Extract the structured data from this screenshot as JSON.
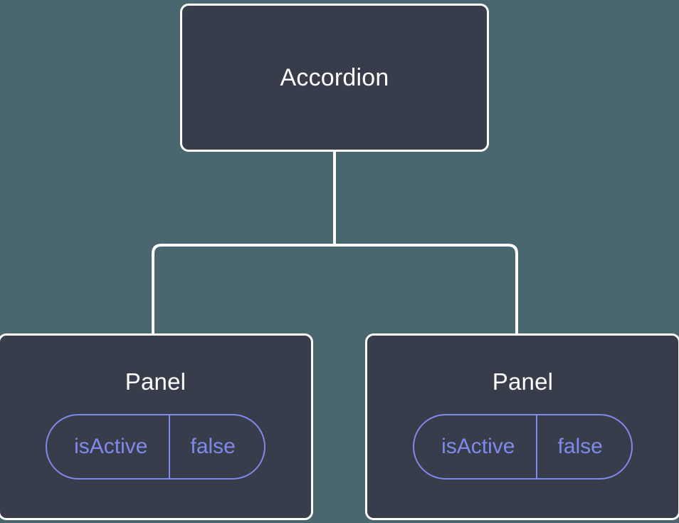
{
  "diagram": {
    "type": "component-tree",
    "background_color": "#4a666f",
    "node_fill_color": "#373d4a",
    "node_border_color": "#ffffff",
    "edge_color": "#ffffff",
    "accent_color": "#8289ec",
    "root": {
      "label": "Accordion"
    },
    "children": [
      {
        "label": "Panel",
        "props": [
          {
            "key": "isActive",
            "value": "false"
          }
        ]
      },
      {
        "label": "Panel",
        "props": [
          {
            "key": "isActive",
            "value": "false"
          }
        ]
      }
    ]
  }
}
